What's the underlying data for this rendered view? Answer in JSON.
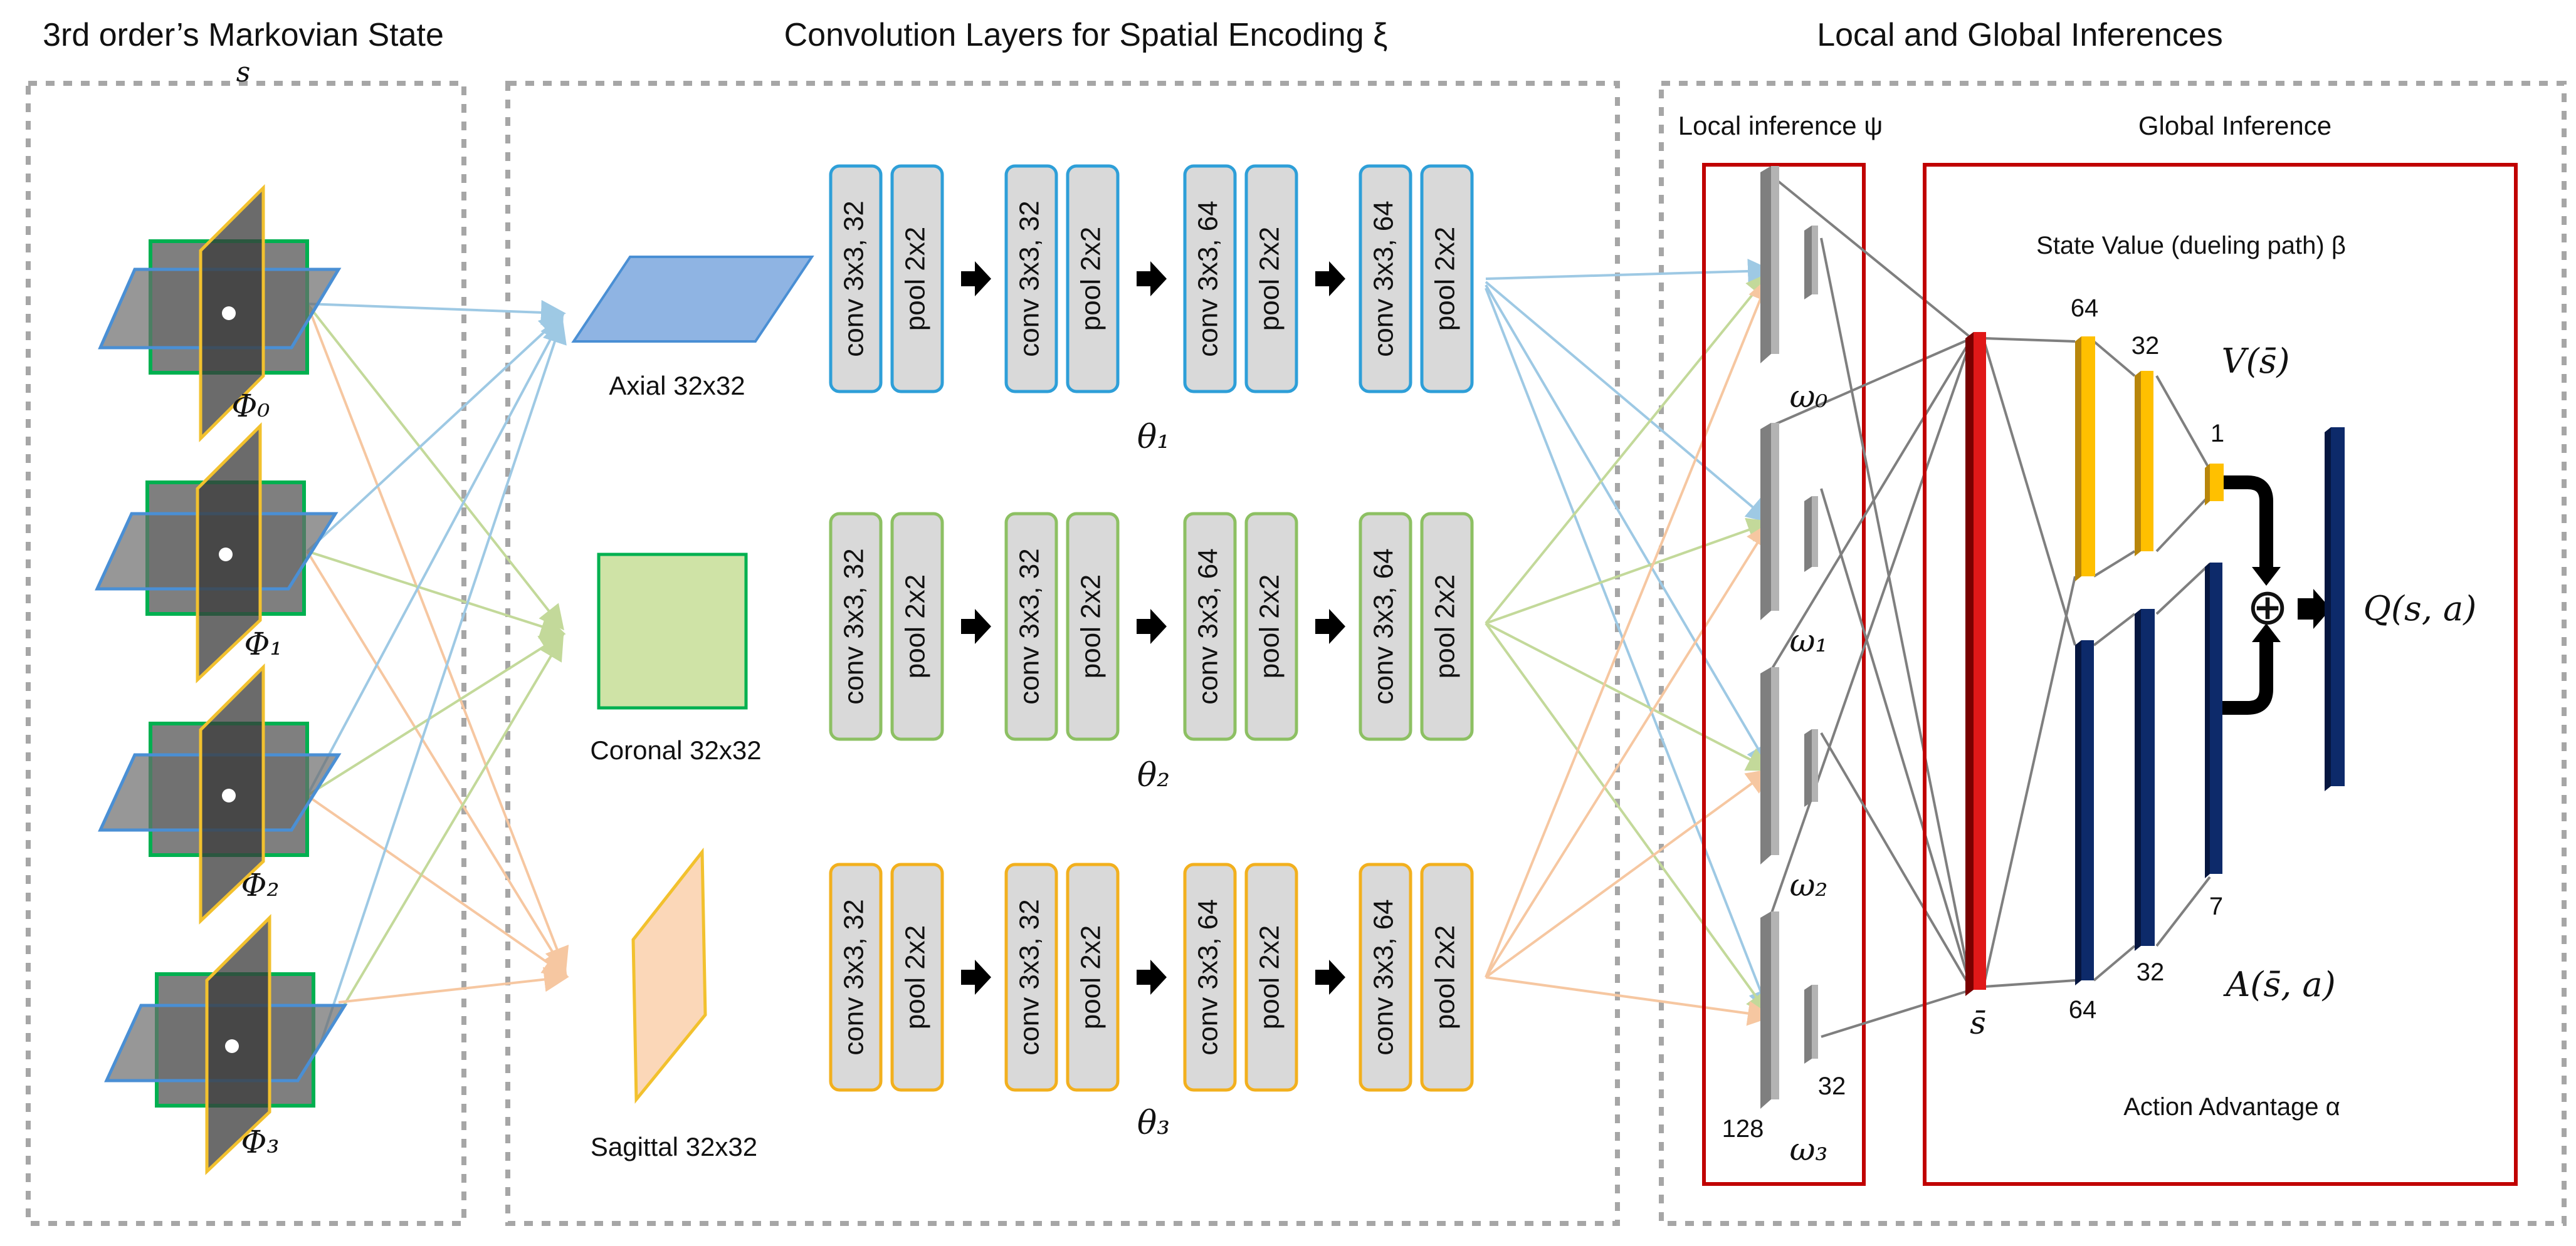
{
  "sections": {
    "state_title": "3rd order’s Markovian State",
    "state_symbol": "s",
    "conv_title": "Convolution Layers for Spatial Encoding ξ",
    "inference_title": "Local and Global Inferences"
  },
  "state_planes": [
    {
      "label": "Φ₀"
    },
    {
      "label": "Φ₁"
    },
    {
      "label": "Φ₂"
    },
    {
      "label": "Φ₃"
    }
  ],
  "views": [
    {
      "label": "Axial 32x32"
    },
    {
      "label": "Coronal 32x32"
    },
    {
      "label": "Sagittal 32x32"
    }
  ],
  "conv_rows": [
    {
      "theta": "θ₁",
      "blocks": [
        {
          "conv": "conv 3x3, 32",
          "pool": "pool 2x2"
        },
        {
          "conv": "conv 3x3, 32",
          "pool": "pool 2x2"
        },
        {
          "conv": "conv 3x3, 64",
          "pool": "pool 2x2"
        },
        {
          "conv": "conv 3x3, 64",
          "pool": "pool 2x2"
        }
      ]
    },
    {
      "theta": "θ₂",
      "blocks": [
        {
          "conv": "conv 3x3, 32",
          "pool": "pool 2x2"
        },
        {
          "conv": "conv 3x3, 32",
          "pool": "pool 2x2"
        },
        {
          "conv": "conv 3x3, 64",
          "pool": "pool 2x2"
        },
        {
          "conv": "conv 3x3, 64",
          "pool": "pool 2x2"
        }
      ]
    },
    {
      "theta": "θ₃",
      "blocks": [
        {
          "conv": "conv 3x3, 32",
          "pool": "pool 2x2"
        },
        {
          "conv": "conv 3x3, 32",
          "pool": "pool 2x2"
        },
        {
          "conv": "conv 3x3, 64",
          "pool": "pool 2x2"
        },
        {
          "conv": "conv 3x3, 64",
          "pool": "pool 2x2"
        }
      ]
    }
  ],
  "local_inference": {
    "title": "Local inference ψ",
    "omegas": [
      "ω₀",
      "ω₁",
      "ω₂",
      "ω₃"
    ],
    "size_big": "128",
    "size_small": "32"
  },
  "global_inference": {
    "title": "Global Inference",
    "value_title": "State Value (dueling path) β",
    "v_label": "V(s̄)",
    "q_label": "Q(s, a)",
    "a_label": "A(s̄, a)",
    "adv_title": "Action Advantage α",
    "s_bar": "s̄",
    "value_sizes": [
      "64",
      "32",
      "1"
    ],
    "adv_sizes": [
      "64",
      "32",
      "7"
    ],
    "plus": "⊕"
  },
  "colors": {
    "axial": "#9ec9e4",
    "coronal": "#c3d99a",
    "sagittal": "#f6c7a1",
    "conv_fill": "#d9d9d9",
    "blue_border": "#2e9fd8",
    "green_border": "#8dc063",
    "yellow_border": "#f2b01e",
    "red_box": "#c00000",
    "value_yellow": "#ffc000",
    "adv_navy": "#0d2a6a"
  }
}
